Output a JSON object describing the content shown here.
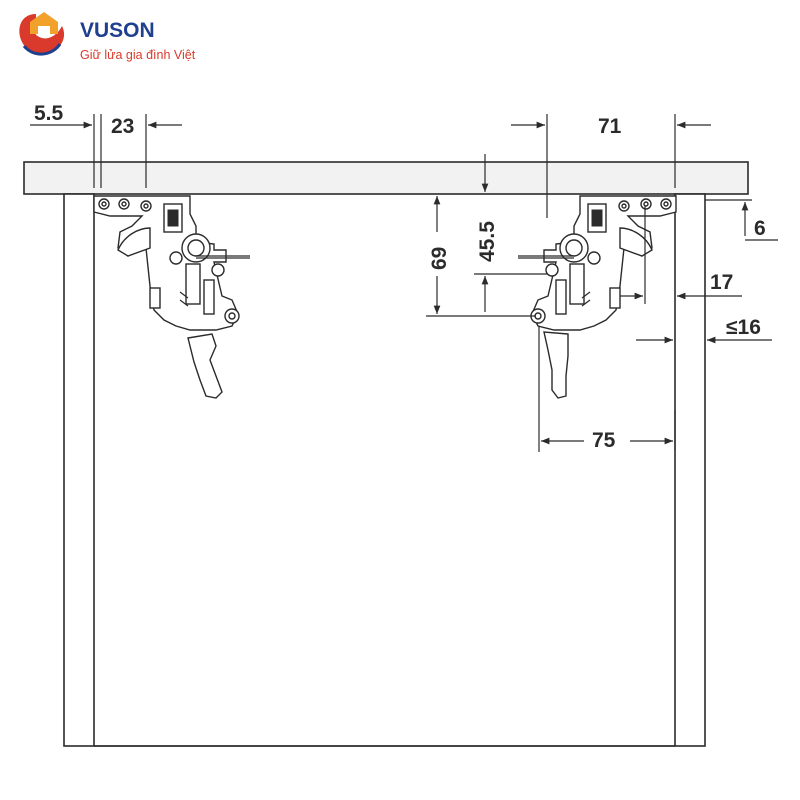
{
  "brand": {
    "name": "VUSON",
    "tagline": "Giữ lửa gia đình Việt",
    "colors": {
      "primary": "#1f3f8f",
      "accent": "#d93a2b",
      "logo_orange": "#f2a12b"
    },
    "logo_icon": "house-flame-logo"
  },
  "dimensions": {
    "left_offset": "5.5",
    "left_spacing": "23",
    "right_spacing": "71",
    "vertical_long": "69",
    "vertical_short": "45.5",
    "top_offset_right": "6",
    "side_thickness": "17",
    "max_thickness": "≤16",
    "bottom_spacing": "75"
  },
  "colors": {
    "line": "#2b2b2b",
    "board_fill": "#f2f2f2"
  }
}
